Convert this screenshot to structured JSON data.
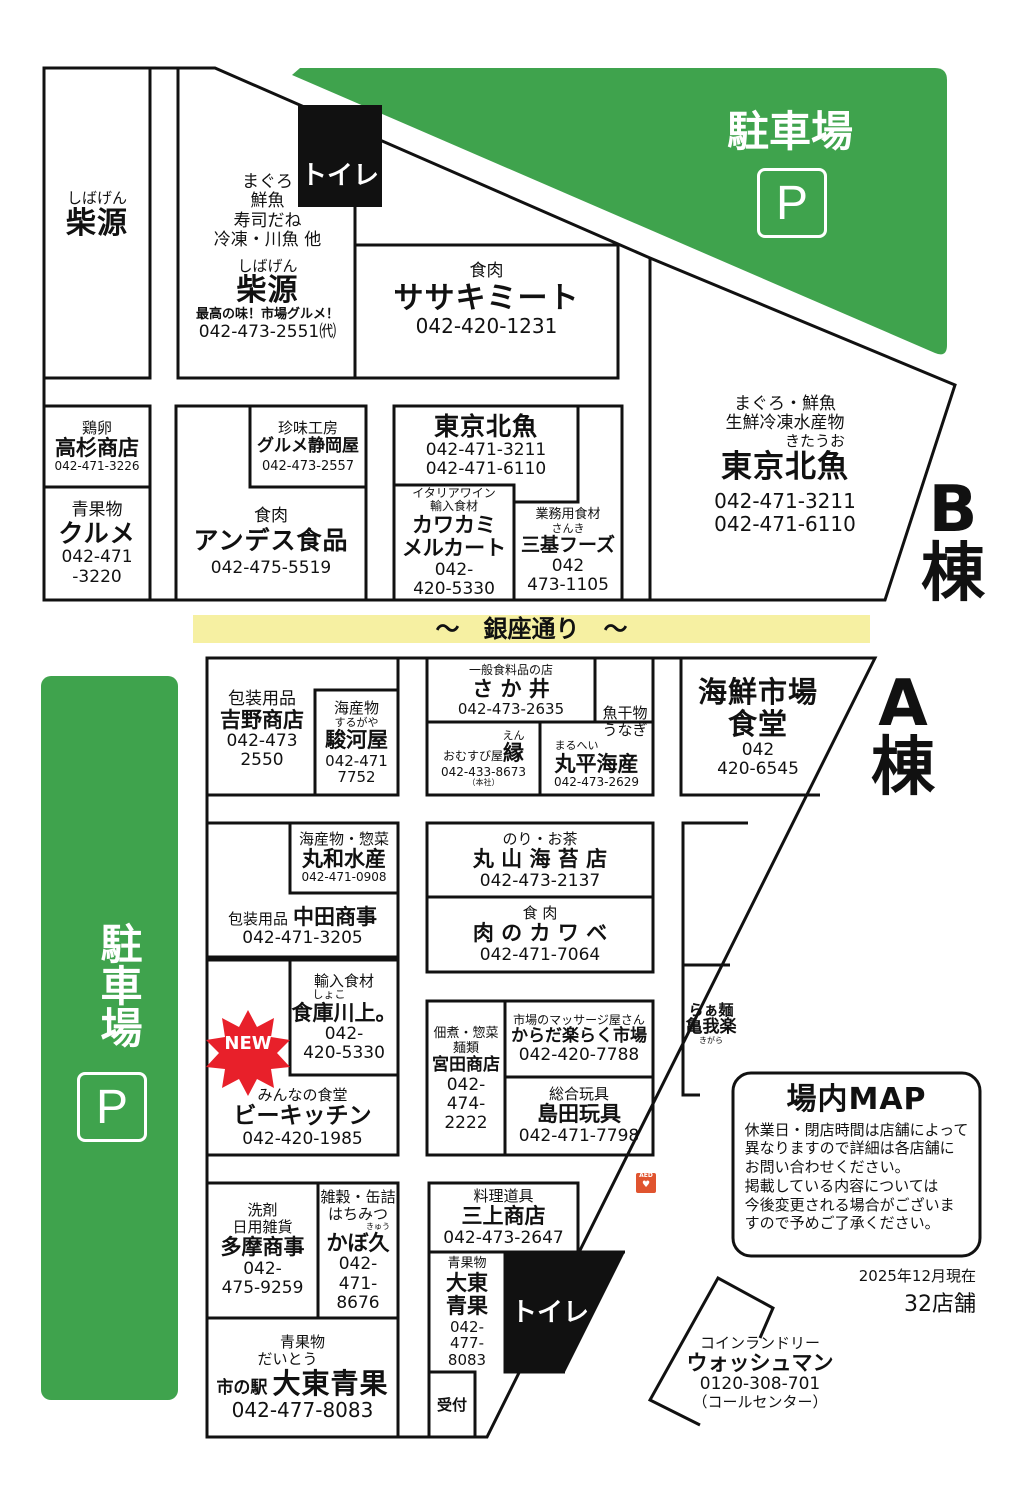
{
  "parking_top": {
    "label": "駐車場",
    "p": "P"
  },
  "parking_left": {
    "label": "駐車場",
    "p": "P"
  },
  "street": "～　銀座通り　～",
  "building_b": "B\n棟",
  "building_a": "A\n棟",
  "toilet": "トイレ",
  "b_shops": {
    "shibagen1": {
      "ruby": "しばげん",
      "name": "柴源"
    },
    "shibagen2": {
      "items": [
        "まぐろ",
        "鮮魚",
        "寿司だね",
        "冷凍・川魚 他"
      ],
      "ruby": "しばげん",
      "name": "柴源",
      "slogan": "最高の味！市場グルメ！",
      "tel": "042-473-2551㈹"
    },
    "sasaki": {
      "cat": "食肉",
      "name": "ササキミート",
      "tel": "042-420-1231"
    },
    "tokyo_big": {
      "cat1": "まぐろ・鮮魚",
      "cat2": "生鮮冷凍水産物",
      "ruby": "きたうお",
      "name": "東京北魚",
      "tel1": "042-471-3211",
      "tel2": "042-471-6110"
    },
    "takasugi": {
      "cat": "鶏卵",
      "name": "高杉商店",
      "tel": "042-471-3226"
    },
    "kurume": {
      "cat": "青果物",
      "name": "クルメ",
      "tel1": "042-471",
      "tel2": "-3220"
    },
    "shizuoka": {
      "cat": "珍味工房",
      "name": "グルメ静岡屋",
      "tel": "042-473-2557"
    },
    "andes": {
      "cat": "食肉",
      "name": "アンデス食品",
      "tel": "042-475-5519"
    },
    "tokyo_small": {
      "name": "東京北魚",
      "tel1": "042-471-3211",
      "tel2": "042-471-6110"
    },
    "kawakami": {
      "cat1": "イタリアワイン",
      "cat2": "輸入食材",
      "name1": "カワカミ",
      "name2": "メルカート",
      "tel1": "042-",
      "tel2": "420-5330"
    },
    "sanki": {
      "cat": "業務用食材",
      "ruby": "さんき",
      "name": "三基フーズ",
      "tel1": "042",
      "tel2": "473-1105"
    }
  },
  "a_shops": {
    "yoshino": {
      "cat": "包装用品",
      "name": "吉野商店",
      "tel1": "042-473",
      "tel2": "2550"
    },
    "surugaya": {
      "cat": "海産物",
      "ruby": "するがや",
      "name": "駿河屋",
      "tel1": "042-471",
      "tel2": "7752"
    },
    "sakai": {
      "cat": "一般食料品の店",
      "name": "さ か 井",
      "tel": "042-473-2635"
    },
    "en": {
      "pre": "おむすび屋",
      "ruby": "えん",
      "name": "縁",
      "tel": "042-433-8673",
      "note": "（本社）"
    },
    "maruhei": {
      "cat1": "魚干物",
      "cat2": "うなぎ",
      "ruby": "まるへい",
      "name": "丸平海産",
      "tel": "042-473-2629"
    },
    "kaisen": {
      "name1": "海鮮市場",
      "name2": "食堂",
      "tel1": "042",
      "tel2": "420-6545"
    },
    "maruwa": {
      "cat": "海産物・惣菜",
      "name": "丸和水産",
      "tel": "042-471-0908"
    },
    "nakata": {
      "cat": "包装用品",
      "name": "中田商事",
      "tel": "042-471-3205"
    },
    "maruyama": {
      "cat": "のり・お茶",
      "name": "丸 山 海 苔 店",
      "tel": "042-473-2137"
    },
    "kawabe": {
      "cat": "食 肉",
      "name": "肉 の カ ワ ベ",
      "tel": "042-471-7064"
    },
    "kigara": {
      "cat": "らぁ麺",
      "name": "亀我楽",
      "ruby": "きがら"
    },
    "new_badge": "NEW",
    "shokokawakami": {
      "cat": "輸入食材",
      "ruby": "しょこ",
      "name": "食庫川上。",
      "tel1": "042-",
      "tel2": "420-5330"
    },
    "bkitchen": {
      "cat": "みんなの食堂",
      "name": "ビーキッチン",
      "tel": "042-420-1985"
    },
    "miyata": {
      "cat1": "佃煮・惣菜",
      "cat2": "麺類",
      "name": "宮田商店",
      "tel1": "042-",
      "tel2": "474-",
      "tel3": "2222"
    },
    "karada": {
      "cat": "市場のマッサージ屋さん",
      "name": "からだ楽らく市場",
      "tel": "042-420-7788"
    },
    "shimada": {
      "cat": "総合玩具",
      "name": "島田玩具",
      "tel": "042-471-7798"
    },
    "aed": "AED",
    "tama": {
      "cat1": "洗剤",
      "cat2": "日用雑貨",
      "name": "多摩商事",
      "tel1": "042-",
      "tel2": "475-9259"
    },
    "kabokyu": {
      "cat1": "雑穀・缶詰",
      "cat2": "はちみつ",
      "ruby": "きゅう",
      "name": "かぼ久",
      "tel1": "042-",
      "tel2": "471-",
      "tel3": "8676"
    },
    "mikami": {
      "cat": "料理道具",
      "name": "三上商店",
      "tel": "042-473-2647"
    },
    "daito_small": {
      "cat": "青果物",
      "name1": "大東",
      "name2": "青果",
      "tel1": "042-",
      "tel2": "477-",
      "tel3": "8083"
    },
    "daito_big": {
      "cat": "青果物",
      "ruby": "だいとう",
      "pre": "市の駅",
      "name": "大東青果",
      "tel": "042-477-8083"
    },
    "uketsuke": "受付"
  },
  "info": {
    "title": "場内MAP",
    "lines": [
      "休業日・閉店時間は店舗によって",
      "異なりますので詳細は各店舗に",
      "お問い合わせください。",
      "掲載している内容については",
      "今後変更される場合がございま",
      "すので予めご了承ください。"
    ],
    "date": "2025年12月現在",
    "count": "32店舗"
  },
  "laundry": {
    "cat": "コインランドリー",
    "name": "ウォッシュマン",
    "tel": "0120-308-701",
    "note": "（コールセンター）"
  },
  "colors": {
    "green": "#3fa34d",
    "street": "#f6f0a2",
    "new": "#e8202a",
    "aed": "#e0542f"
  }
}
